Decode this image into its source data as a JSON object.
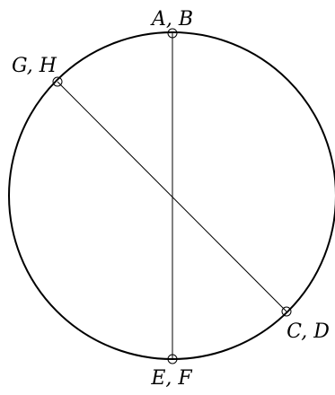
{
  "diagram": {
    "labels": {
      "ab": "A, B",
      "gh": "G, H",
      "cd": "C, D",
      "ef": "E, F"
    },
    "colors": {
      "stroke": "#000000",
      "background": "#ffffff"
    }
  }
}
